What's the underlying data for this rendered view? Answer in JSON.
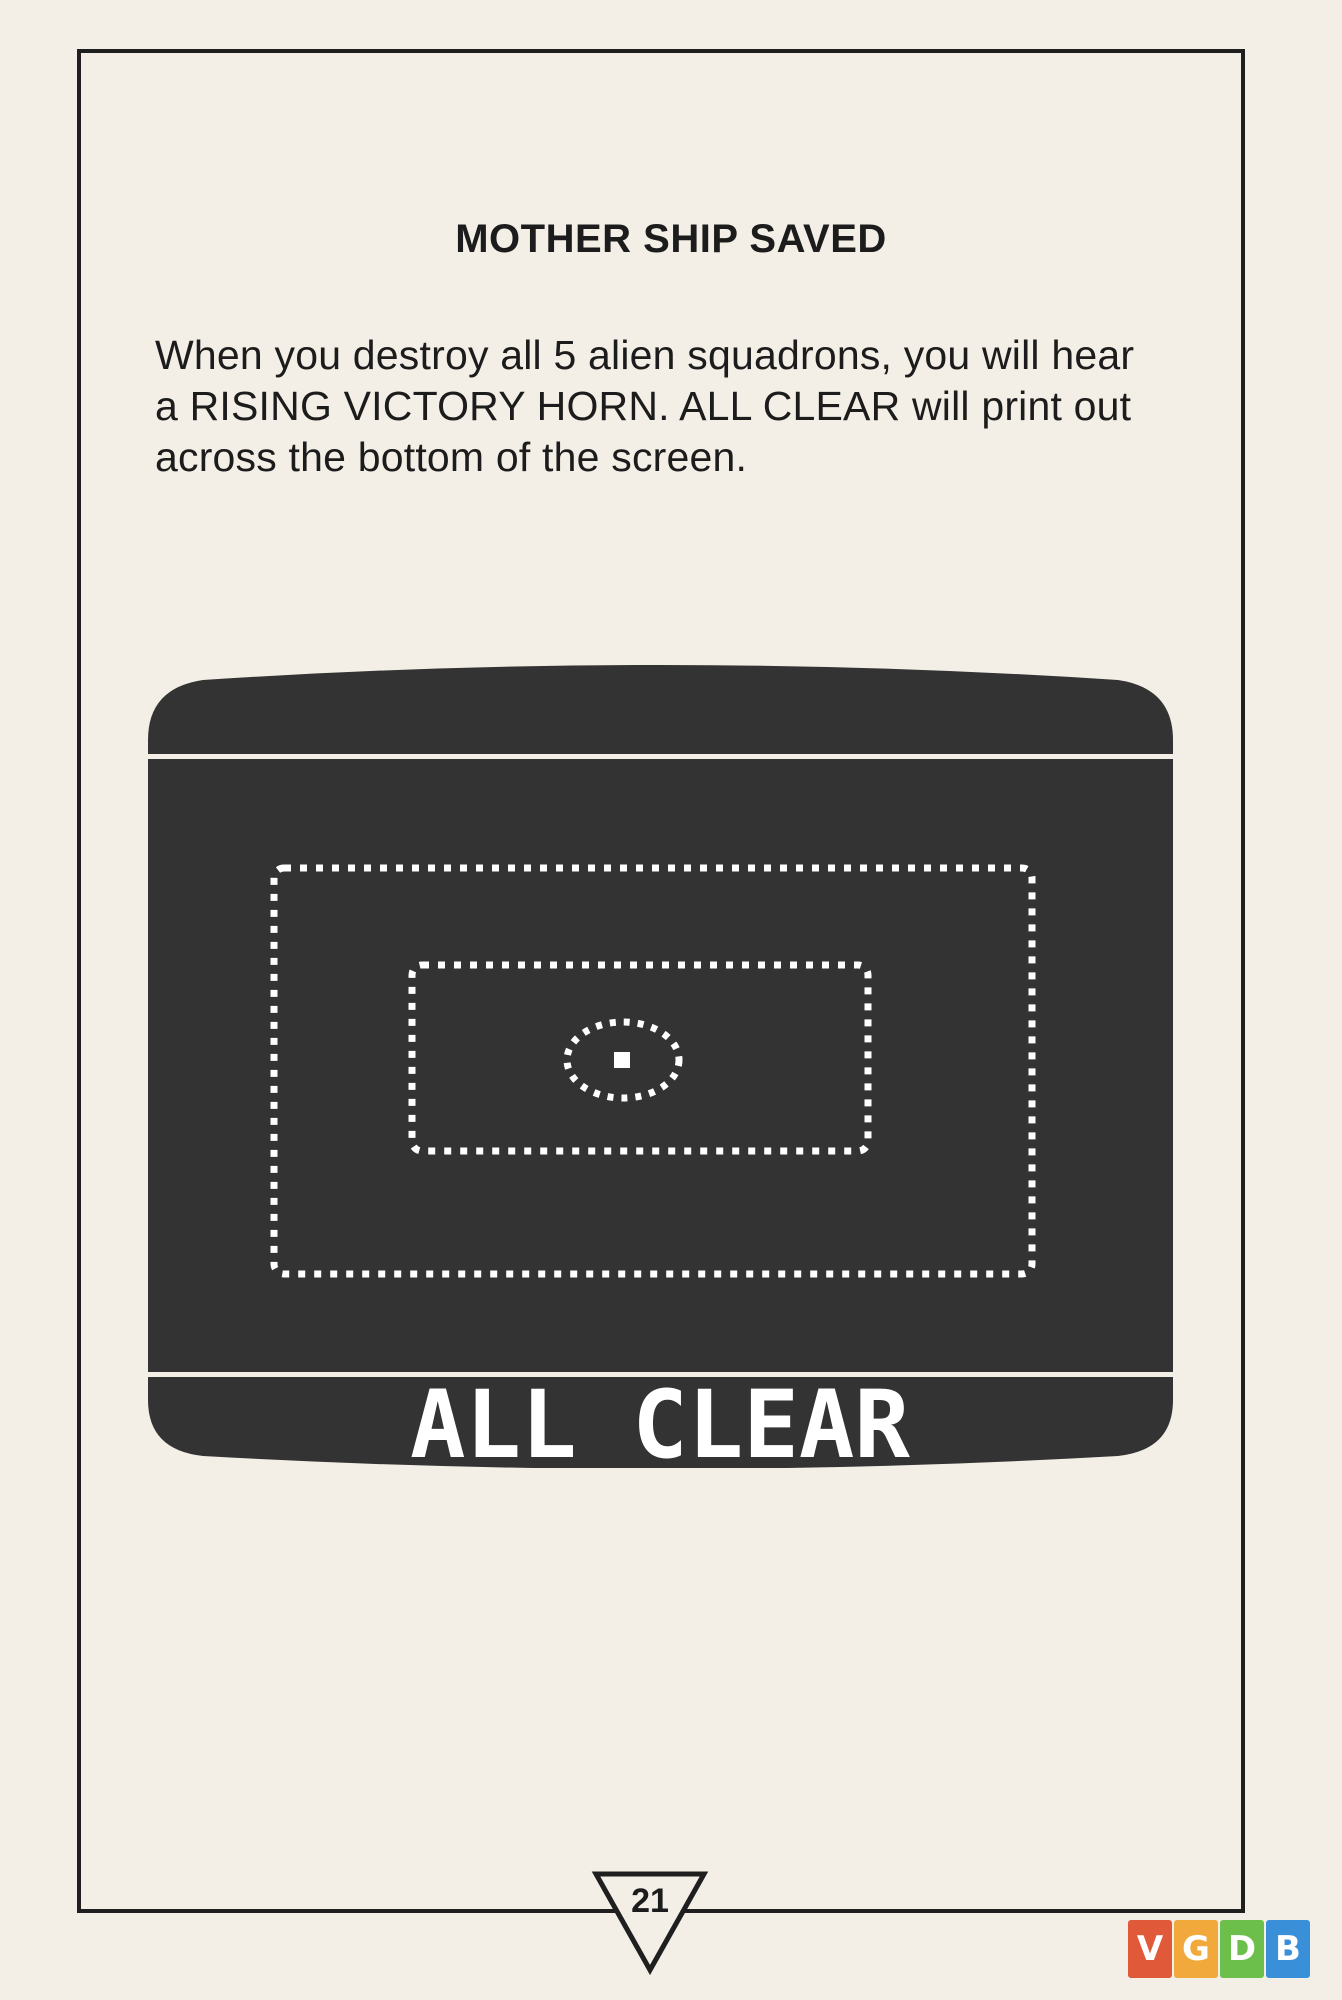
{
  "section": {
    "title": "MOTHER SHIP SAVED",
    "paragraph": "When you destroy all 5 alien squadrons, you will hear a RISING VICTORY HORN. ALL CLEAR will print out across the bottom of the screen."
  },
  "screen_illustration": {
    "banner_text": "ALL CLEAR",
    "screen_color": "#333333",
    "dot_color": "#ffffff"
  },
  "page_number": "21",
  "watermark": {
    "letters": [
      {
        "char": "V",
        "color": "#e05a3a"
      },
      {
        "char": "G",
        "color": "#f2a93b"
      },
      {
        "char": "D",
        "color": "#6cbf4a"
      },
      {
        "char": "B",
        "color": "#3a8fd9"
      }
    ]
  }
}
